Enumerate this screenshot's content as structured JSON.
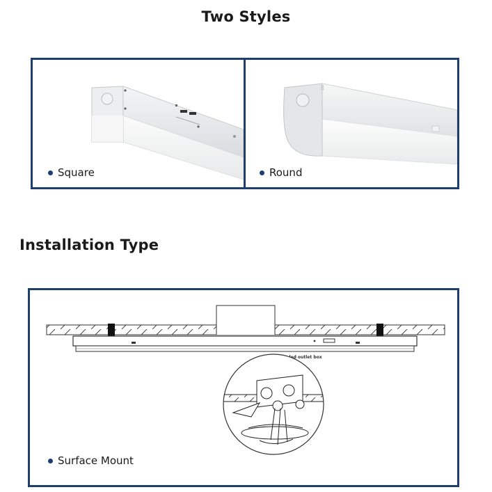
{
  "sections": {
    "styles": {
      "title": "Two Styles",
      "items": [
        {
          "label": "Square"
        },
        {
          "label": "Round"
        }
      ]
    },
    "installation": {
      "title": "Installation Type",
      "diagram_callout": "Concealed outlet box",
      "items": [
        {
          "label": "Surface Mount"
        }
      ]
    }
  },
  "colors": {
    "frame_border": "#1e3f6e",
    "bullet": "#1e3f6e"
  }
}
